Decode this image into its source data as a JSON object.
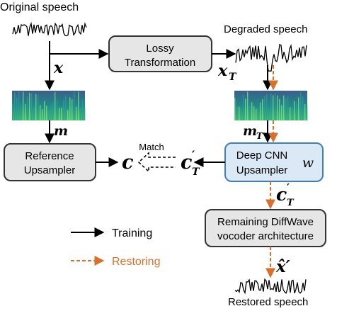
{
  "labels": {
    "original_speech": "Original speech",
    "degraded_speech": "Degraded speech",
    "restored_speech": "Restored speech",
    "match": "Match"
  },
  "boxes": {
    "lossy_line1": "Lossy",
    "lossy_line2": "Transformation",
    "reference_line1": "Reference",
    "reference_line2": "Upsampler",
    "deepcnn_line1": "Deep CNN",
    "deepcnn_line2": "Upsampler",
    "deepcnn_param": "w",
    "remaining_line1": "Remaining DiffWave",
    "remaining_line2": "vocoder architecture"
  },
  "symbols": {
    "x": "x",
    "x_T": "x",
    "x_T_sub": "T",
    "m": "m",
    "m_T": "m",
    "m_T_sub": "T",
    "c": "c",
    "c_prime_T": "c",
    "c_prime_T_sup": "′",
    "c_prime_T_sub": "T",
    "x_hat_prime": "x̂′"
  },
  "legend": {
    "training": "Training",
    "restoring": "Restoring"
  },
  "colors": {
    "box_gray": "#e6e6e6",
    "box_blue": "#dbe8f6",
    "box_blue_border": "#3f7fc0",
    "restore_orange": "#d9702a",
    "black": "#000000"
  }
}
